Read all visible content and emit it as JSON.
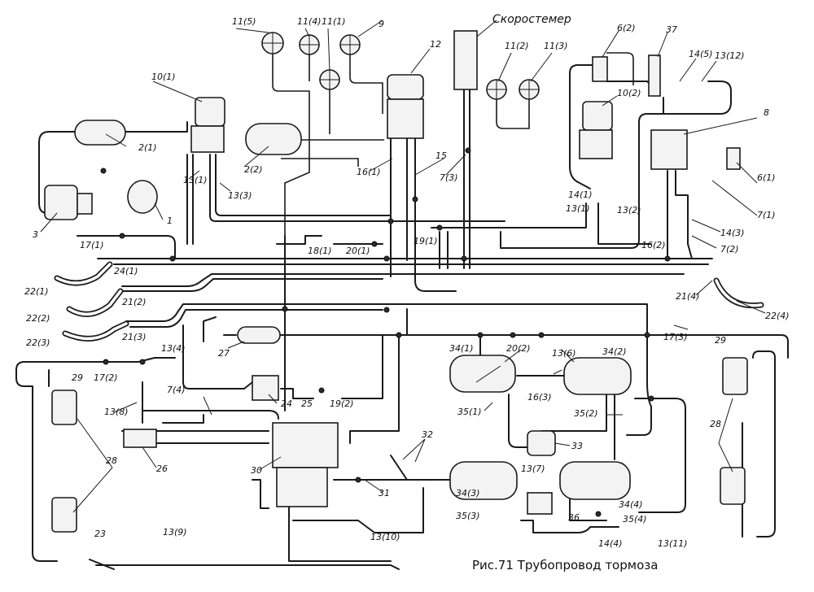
{
  "caption": "Рис.71 Трубопровод тормоза",
  "labels": {
    "speedometer": "Скоростемер",
    "l11_5": "11(5)",
    "l11_4": "11(4)",
    "l11_1": "11(1)",
    "l9": "9",
    "l12": "12",
    "l11_2": "11(2)",
    "l11_3": "11(3)",
    "l6_2": "6(2)",
    "l37": "37",
    "l14_5": "14(5)",
    "l13_12": "13(12)",
    "l10_1": "10(1)",
    "l10_2": "10(2)",
    "l2_1": "2(1)",
    "l2_2": "2(2)",
    "l8": "8",
    "l6_1": "6(1)",
    "l7_1": "7(1)",
    "l1": "1",
    "l3": "3",
    "l16_1": "16(1)",
    "l15": "15",
    "l7_3": "7(3)",
    "l13_3": "13(3)",
    "l13_1": "13(1)",
    "l14_1": "14(1)",
    "l13_2": "13(2)",
    "l19_1": "19(1)",
    "l16_2": "16(2)",
    "l14_3": "14(3)",
    "l7_2": "7(2)",
    "l17_1": "17(1)",
    "l18_1": "18(1)",
    "l20_1": "20(1)",
    "l24_1": "24(1)",
    "l21_4": "21(4)",
    "l22_1": "22(1)",
    "l22_2": "22(2)",
    "l22_3": "22(3)",
    "l22_4": "22(4)",
    "l21_2": "21(2)",
    "l21_3": "21(3)",
    "l27": "27",
    "l17_3": "17(3)",
    "l29a": "29",
    "l29b": "29",
    "l17_2": "17(2)",
    "l13_4": "13(4)",
    "l13_6": "13(6)",
    "l34_1": "34(1)",
    "l34_2": "34(2)",
    "l20_2": "20(2)",
    "l16_3": "16(3)",
    "l35_1": "35(1)",
    "l35_2": "35(2)",
    "l7_4": "7(4)",
    "l24": "24",
    "l25": "25",
    "l19_2": "19(2)",
    "l13_8": "13(8)",
    "l26": "26",
    "l28a": "28",
    "l28b": "28",
    "l32": "32",
    "l33": "33",
    "l30": "30",
    "l31": "31",
    "l34_3": "34(3)",
    "l34_4": "34(4)",
    "l13_9": "13(9)",
    "l13_7": "13(7)",
    "l35_3": "35(3)",
    "l36": "36",
    "l35_4": "35(4)",
    "l23": "23",
    "l13_10": "13(10)",
    "l14_4": "14(4)",
    "l13_11": "13(11)"
  }
}
